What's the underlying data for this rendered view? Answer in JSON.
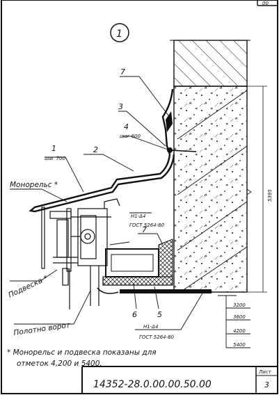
{
  "sheet": {
    "corner_number": "00",
    "view_marker": "1",
    "drawing_code": "14352-28.0.00.00.50.00",
    "sheet_label": "Лист",
    "sheet_number": "3"
  },
  "callouts": {
    "c7_top": "7",
    "c3": "3",
    "c4": "4",
    "c4_step": "шаг 600",
    "c1": "1",
    "c1_step": "шаг 700",
    "c2": "2",
    "c7_low": "7",
    "c6": "6",
    "c5": "5"
  },
  "labels": {
    "monorail": "Монорельс *",
    "hanger": "Подвеска *",
    "gate_leaf": "Полотно ворот",
    "weld_top_a": "Н1-Δ4",
    "weld_top_b": "ГОСТ 5264-80",
    "weld_bot_a": "Н1-Δ4",
    "weld_bot_b": "ГОСТ 5264-80"
  },
  "dimensions": {
    "height": "5395",
    "elev_1": "3200",
    "elev_2": "3600",
    "elev_3": "4200",
    "elev_4": "5400"
  },
  "footnote": {
    "line1": "* Монорельс и подвеска показаны для",
    "line2": "отметок 4,200 и 5400."
  }
}
